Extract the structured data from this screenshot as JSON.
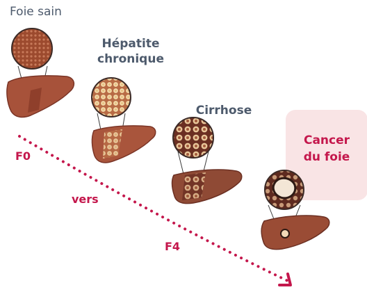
{
  "stages": [
    {
      "label_line1": "Foie sain",
      "label_line2": ""
    },
    {
      "label_line1": "Hépatite",
      "label_line2": "chronique"
    },
    {
      "label_line1": "Cirrhose",
      "label_line2": ""
    },
    {
      "label_line1": "Cancer",
      "label_line2": "du foie"
    }
  ],
  "progression": {
    "start": "F0",
    "middle": "vers",
    "end": "F4"
  },
  "colors": {
    "accent": "#c4174c",
    "label": "#4d5a6c",
    "liver": "#a34a33",
    "liver_dark": "#7a3426",
    "cancer_box": "#f9e4e5"
  },
  "icons": [
    "healthy-liver-icon",
    "hepatitis-liver-icon",
    "cirrhosis-liver-icon",
    "cancer-liver-icon",
    "dotted-arrow-icon"
  ]
}
